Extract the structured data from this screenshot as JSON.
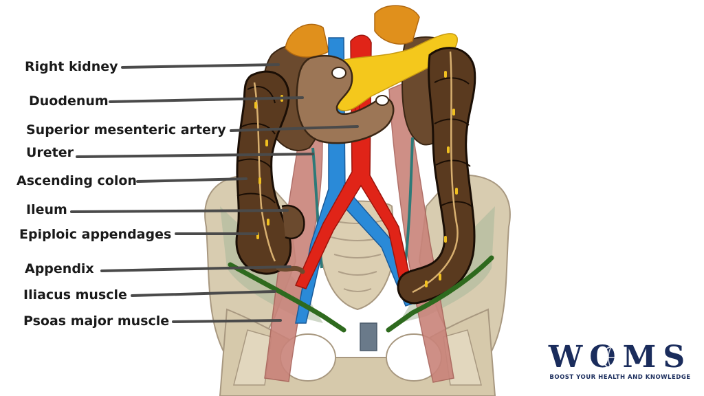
{
  "labels": {
    "right_kidney": "Right kidney",
    "duodenum": "Duodenum",
    "superior_mesenteric_artery": "Superior mesenteric artery",
    "ureter": "Ureter",
    "ascending_colon": "Ascending colon",
    "ileum": "Ileum",
    "epiploic_appendages": "Epiploic appendages",
    "appendix": "Appendix",
    "iliacus_muscle": "Iliacus muscle",
    "psoas_major_muscle": "Psoas major muscle"
  },
  "logo": {
    "word": "WOMS",
    "tagline": "BOOST YOUR HEALTH AND KNOWLEDGE"
  },
  "colors": {
    "kidney": "#6b4a2e",
    "adrenal": "#e0901c",
    "pancreas": "#f4c81c",
    "colon": "#5a3a1f",
    "vein": "#2a8ad8",
    "artery": "#e02418",
    "muscle": "#c9837a",
    "bone": "#d8ccb0",
    "iliacus_line": "#2e6a1e",
    "leader_line": "#4a4a4a",
    "logo": "#1a2c5c"
  }
}
